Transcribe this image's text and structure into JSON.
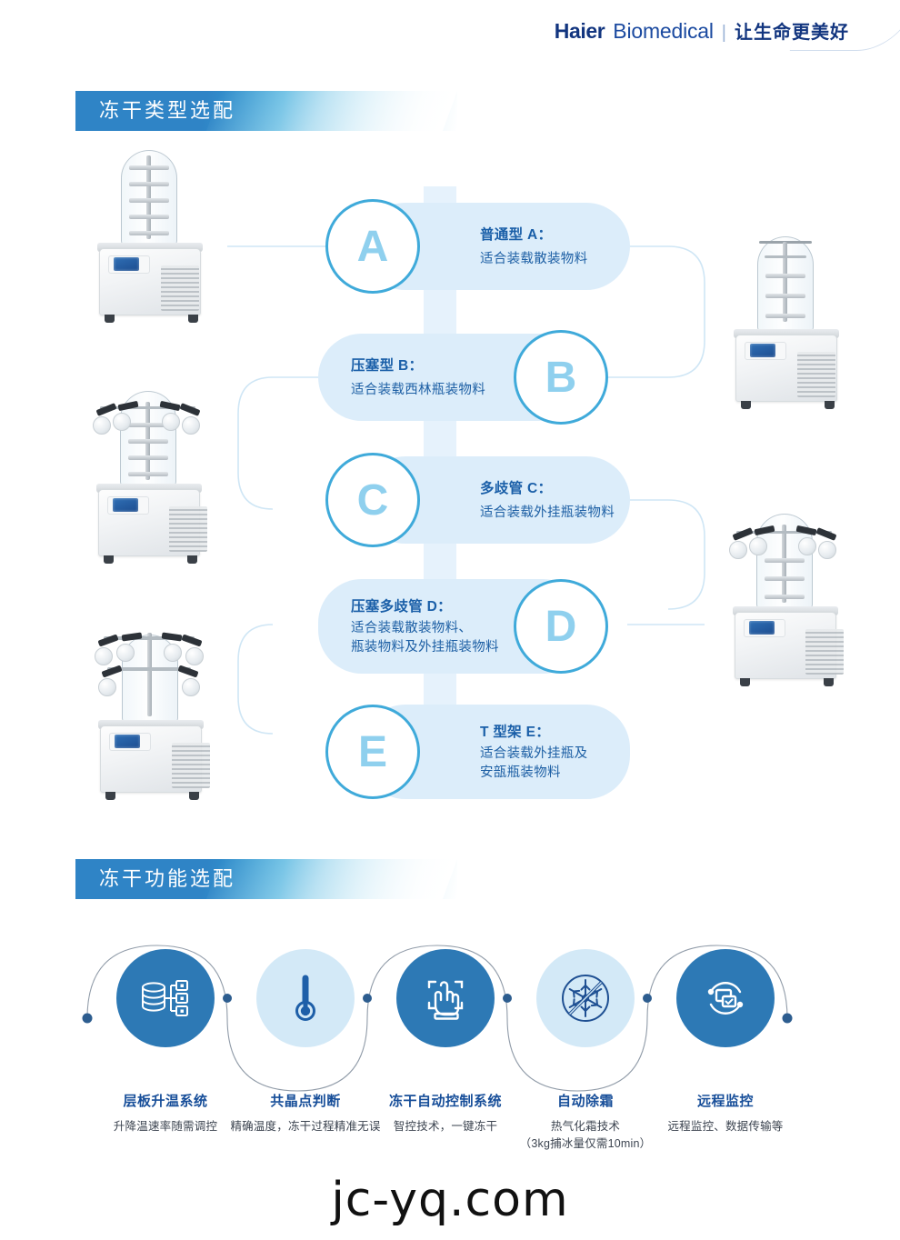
{
  "brand": {
    "name_bold": "Haier",
    "name_light": "Biomedical",
    "divider": "|",
    "slogan": "让生命更美好"
  },
  "sections": {
    "types_heading": "冻干类型选配",
    "functions_heading": "冻干功能选配"
  },
  "types": [
    {
      "letter": "A",
      "title": "普通型 A：",
      "desc_line1": "适合装载散装物料",
      "desc_line2": "",
      "side": "right",
      "product": "bulk-tray-freeze-dryer"
    },
    {
      "letter": "B",
      "title": "压塞型 B：",
      "desc_line1": "适合装载西林瓶装物料",
      "desc_line2": "",
      "side": "left",
      "product": "stoppering-freeze-dryer"
    },
    {
      "letter": "C",
      "title": "多歧管 C：",
      "desc_line1": "适合装载外挂瓶装物料",
      "desc_line2": "",
      "side": "right",
      "product": "manifold-freeze-dryer"
    },
    {
      "letter": "D",
      "title": "压塞多歧管 D：",
      "desc_line1": "适合装载散装物料、",
      "desc_line2": "瓶装物料及外挂瓶装物料",
      "side": "left",
      "product": "stoppering-manifold-freeze-dryer"
    },
    {
      "letter": "E",
      "title": "T 型架 E：",
      "desc_line1": "适合装载外挂瓶及",
      "desc_line2": "安瓿瓶装物料",
      "side": "right",
      "product": "t-rack-freeze-dryer"
    }
  ],
  "features": [
    {
      "icon": "database-shelf-icon",
      "style": "dark",
      "title": "层板升温系统",
      "line1": "升降温速率随需调控",
      "line2": ""
    },
    {
      "icon": "thermometer-icon",
      "style": "light",
      "title": "共晶点判断",
      "line1": "精确温度，冻干过程精准无误",
      "line2": ""
    },
    {
      "icon": "touch-hand-icon",
      "style": "dark",
      "title": "冻干自动控制系统",
      "line1": "智控技术，一键冻干",
      "line2": ""
    },
    {
      "icon": "no-frost-snowflake-icon",
      "style": "light",
      "title": "自动除霜",
      "line1": "热气化霜技术",
      "line2": "（3kg捕冰量仅需10min）"
    },
    {
      "icon": "remote-monitor-icon",
      "style": "dark",
      "title": "远程监控",
      "line1": "远程监控、数据传输等",
      "line2": ""
    }
  ],
  "watermark": "jc-yq.com",
  "colors": {
    "brand_navy": "#12357f",
    "heading_blue": "#2f84c6",
    "card_bg": "#dcedfa",
    "bubble_border": "#3faada",
    "bubble_letter": "#8fd0ee",
    "feature_dark": "#2d79b5",
    "feature_light": "#d3e9f7",
    "title_blue": "#174e99"
  }
}
